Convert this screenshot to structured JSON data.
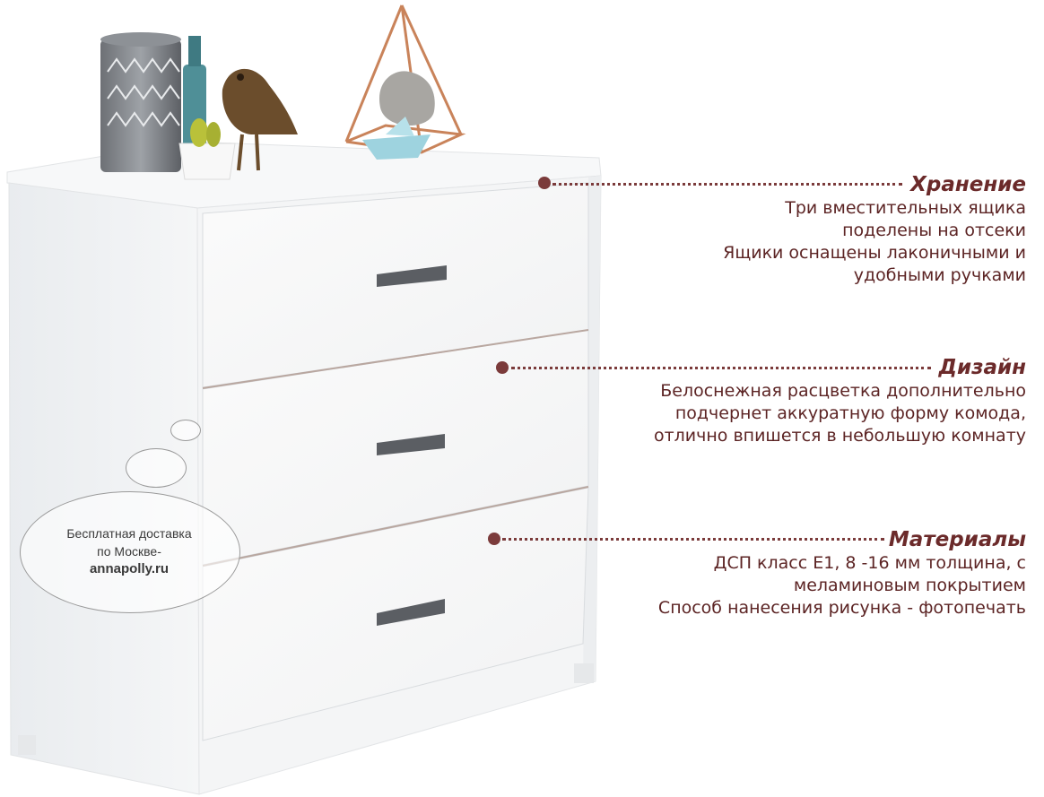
{
  "features": [
    {
      "title": "Хранение",
      "lines": [
        "Три вместительных ящика",
        "поделены на отсеки",
        "Ящики оснащены лаконичными и",
        "удобными ручками"
      ]
    },
    {
      "title": "Дизайн",
      "lines": [
        "Белоснежная расцветка дополнительно",
        "подчернет аккуратную форму комода,",
        "отлично впишется в небольшую комнату"
      ]
    },
    {
      "title": "Материалы",
      "lines": [
        "ДСП класс Е1, 8 -16 мм толщина, с",
        "меламиновым покрытием",
        "Способ нанесения рисунка - фотопечать"
      ]
    }
  ],
  "delivery": {
    "line1": "Бесплатная доставка",
    "line2": "по Москве-",
    "site": "annapolly.ru"
  },
  "colors": {
    "accent": "#7b3b3b",
    "text": "#5c2424"
  }
}
